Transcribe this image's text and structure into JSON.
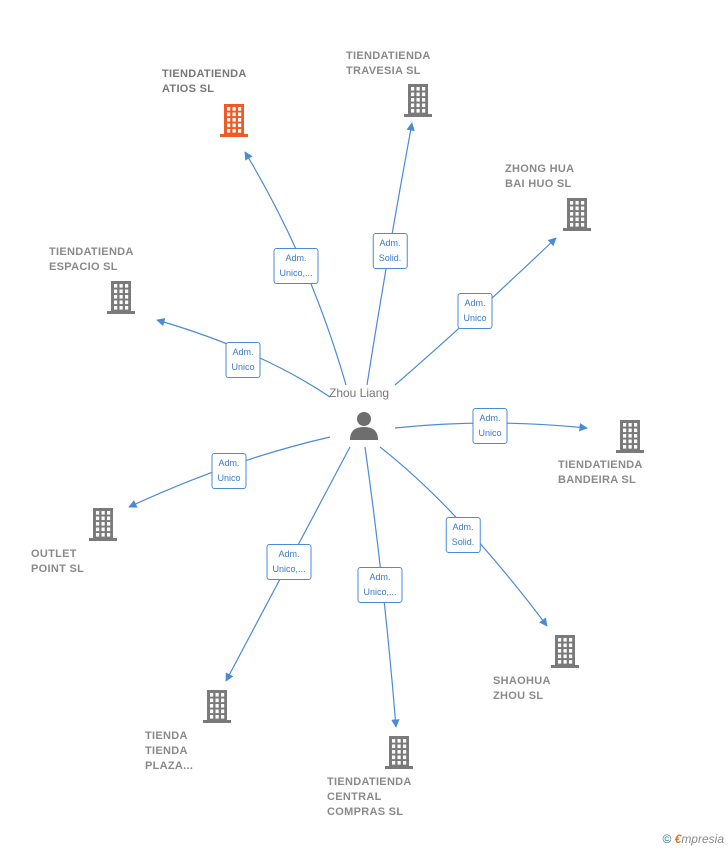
{
  "center": {
    "name": "Zhou Liang",
    "icon": "person-icon"
  },
  "companies": [
    {
      "id": "atios",
      "lines": [
        "TIENDATIENDA",
        "ATIOS  SL"
      ],
      "highlight": true,
      "badge": [
        "Adm.",
        "Unico,..."
      ]
    },
    {
      "id": "travesia",
      "lines": [
        "TIENDATIENDA",
        "TRAVESIA  SL"
      ],
      "highlight": false,
      "badge": [
        "Adm.",
        "Solid."
      ]
    },
    {
      "id": "zhonghua",
      "lines": [
        "ZHONG HUA",
        "BAI HUO SL"
      ],
      "highlight": false,
      "badge": [
        "Adm.",
        "Unico"
      ]
    },
    {
      "id": "espacio",
      "lines": [
        "TIENDATIENDA",
        "ESPACIO  SL"
      ],
      "highlight": false,
      "badge": [
        "Adm.",
        "Unico"
      ]
    },
    {
      "id": "bandeira",
      "lines": [
        "TIENDATIENDA",
        "BANDEIRA  SL"
      ],
      "highlight": false,
      "badge": [
        "Adm.",
        "Unico"
      ]
    },
    {
      "id": "outlet",
      "lines": [
        "OUTLET",
        "POINT  SL"
      ],
      "highlight": false,
      "badge": [
        "Adm.",
        "Unico"
      ]
    },
    {
      "id": "shaohua",
      "lines": [
        "SHAOHUA",
        "ZHOU SL"
      ],
      "highlight": false,
      "badge": [
        "Adm.",
        "Solid."
      ]
    },
    {
      "id": "plaza",
      "lines": [
        "TIENDA",
        "TIENDA",
        "PLAZA..."
      ],
      "highlight": false,
      "badge": [
        "Adm.",
        "Unico,..."
      ]
    },
    {
      "id": "central",
      "lines": [
        "TIENDATIENDA",
        "CENTRAL",
        "COMPRAS  SL"
      ],
      "highlight": false,
      "badge": [
        "Adm.",
        "Unico,..."
      ]
    }
  ],
  "colors": {
    "edge": "#4a8ad8",
    "building": "#7a7a7a",
    "highlight": "#f05a28",
    "person": "#6e6e6e"
  },
  "footer": {
    "copyright": "©",
    "brand_first": "€",
    "brand_rest": "mpresia"
  }
}
